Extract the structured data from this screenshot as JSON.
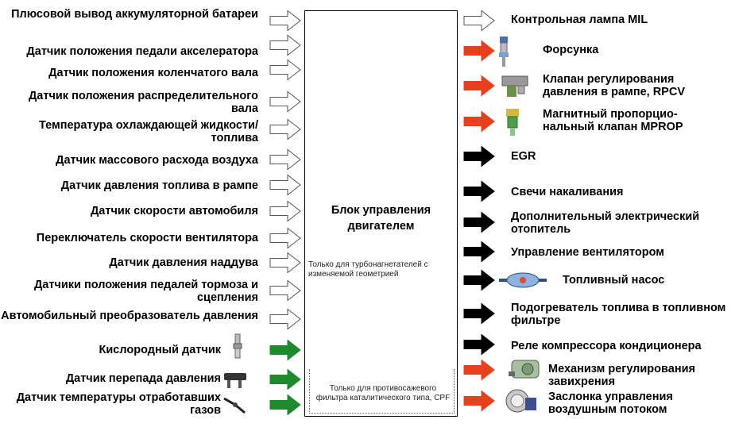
{
  "ecu": {
    "title": "Блок управления двигателем",
    "note_turbo": "Только для турбонагнетателей с изменяемой геометрией",
    "note_cpf": "Только для противосажевого фильтра каталитического типа, CPF"
  },
  "inputs": [
    {
      "label": "Плюсовой вывод аккумуляторной батареи",
      "arrow": "white"
    },
    {
      "label": "Датчик положения педали акселератора",
      "arrow": "white"
    },
    {
      "label": "Датчик положения коленчатого вала",
      "arrow": "white"
    },
    {
      "label": "Датчик положения распределительного вала",
      "arrow": "white"
    },
    {
      "label": "Температура охлаждающей жидкости/топлива",
      "arrow": "white"
    },
    {
      "label": "Датчик массового расхода воздуха",
      "arrow": "white"
    },
    {
      "label": "Датчик давления топлива в рампе",
      "arrow": "white"
    },
    {
      "label": "Датчик скорости автомобиля",
      "arrow": "white"
    },
    {
      "label": "Переключатель скорости вентилятора",
      "arrow": "white"
    },
    {
      "label": "Датчик давления наддува",
      "arrow": "white"
    },
    {
      "label": "Датчики положения педалей тормоза и сцепления",
      "arrow": "white"
    },
    {
      "label": "Автомобильный преобразователь давления",
      "arrow": "white"
    },
    {
      "label": "Кислородный датчик",
      "arrow": "green",
      "icon": "oxygen-sensor-icon"
    },
    {
      "label": "Датчик перепада давления",
      "arrow": "green",
      "icon": "differential-pressure-sensor-icon"
    },
    {
      "label": "Датчик температуры отработавших газов",
      "arrow": "green",
      "icon": "exhaust-temperature-sensor-icon"
    }
  ],
  "outputs": [
    {
      "label": "Контрольная лампа MIL",
      "arrow": "white"
    },
    {
      "label": "Форсунка",
      "arrow": "red",
      "icon": "injector-icon"
    },
    {
      "label": "Клапан регулирования давления в рампе, RPCV",
      "arrow": "red",
      "icon": "rpcv-valve-icon"
    },
    {
      "label": "Магнитный пропорцио-нальный клапан MPROP",
      "arrow": "red",
      "icon": "mprop-valve-icon"
    },
    {
      "label": "EGR",
      "arrow": "black"
    },
    {
      "label": "Свечи накаливания",
      "arrow": "black"
    },
    {
      "label": "Дополнительный электрический отопитель",
      "arrow": "black"
    },
    {
      "label": "Управление вентилятором",
      "arrow": "black"
    },
    {
      "label": "Топливный насос",
      "arrow": "black",
      "icon": "fuel-pump-icon"
    },
    {
      "label": "Подогреватель топлива в топливном фильтре",
      "arrow": "black"
    },
    {
      "label": "Реле компрессора кондиционера",
      "arrow": "black"
    },
    {
      "label": "Механизм регулирования завихрения",
      "arrow": "red",
      "icon": "swirl-actuator-icon"
    },
    {
      "label": "Заслонка управления воздушным потоком",
      "arrow": "red",
      "icon": "air-flap-icon"
    }
  ],
  "colors": {
    "white": "#ffffff",
    "green": "#1e8a2e",
    "red": "#e8401c",
    "black": "#000000",
    "bracket": "#c0392b"
  }
}
